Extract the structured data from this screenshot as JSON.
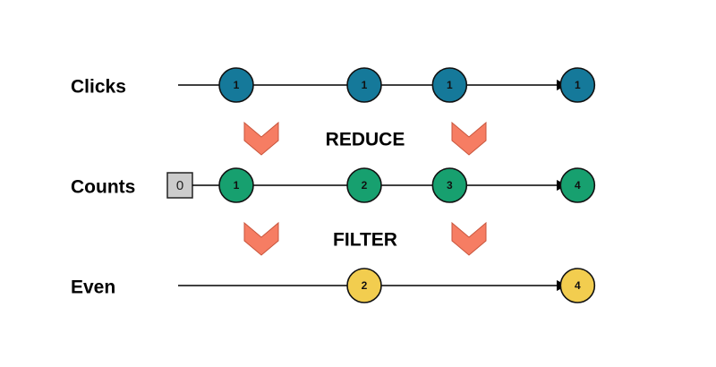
{
  "colors": {
    "clicks": "#15799a",
    "counts": "#17a06f",
    "even": "#f2cd4f",
    "chevron": "#f67d63",
    "chevron_stroke": "#c8553c",
    "seed_fill": "#cccccc"
  },
  "lanes": [
    {
      "id": "clicks",
      "label": "Clicks",
      "marbles": [
        {
          "value": "1",
          "t": 0
        },
        {
          "value": "1",
          "t": 3
        },
        {
          "value": "1",
          "t": 5
        },
        {
          "value": "1",
          "t": 8
        }
      ]
    },
    {
      "id": "counts",
      "label": "Counts",
      "seed": "0",
      "marbles": [
        {
          "value": "1",
          "t": 0
        },
        {
          "value": "2",
          "t": 3
        },
        {
          "value": "3",
          "t": 5
        },
        {
          "value": "4",
          "t": 8
        }
      ]
    },
    {
      "id": "even",
      "label": "Even",
      "marbles": [
        {
          "value": "2",
          "t": 3
        },
        {
          "value": "4",
          "t": 8
        }
      ]
    }
  ],
  "operators": [
    {
      "label": "REDUCE",
      "icon": "chevron-down-icon"
    },
    {
      "label": "FILTER",
      "icon": "chevron-down-icon"
    }
  ]
}
